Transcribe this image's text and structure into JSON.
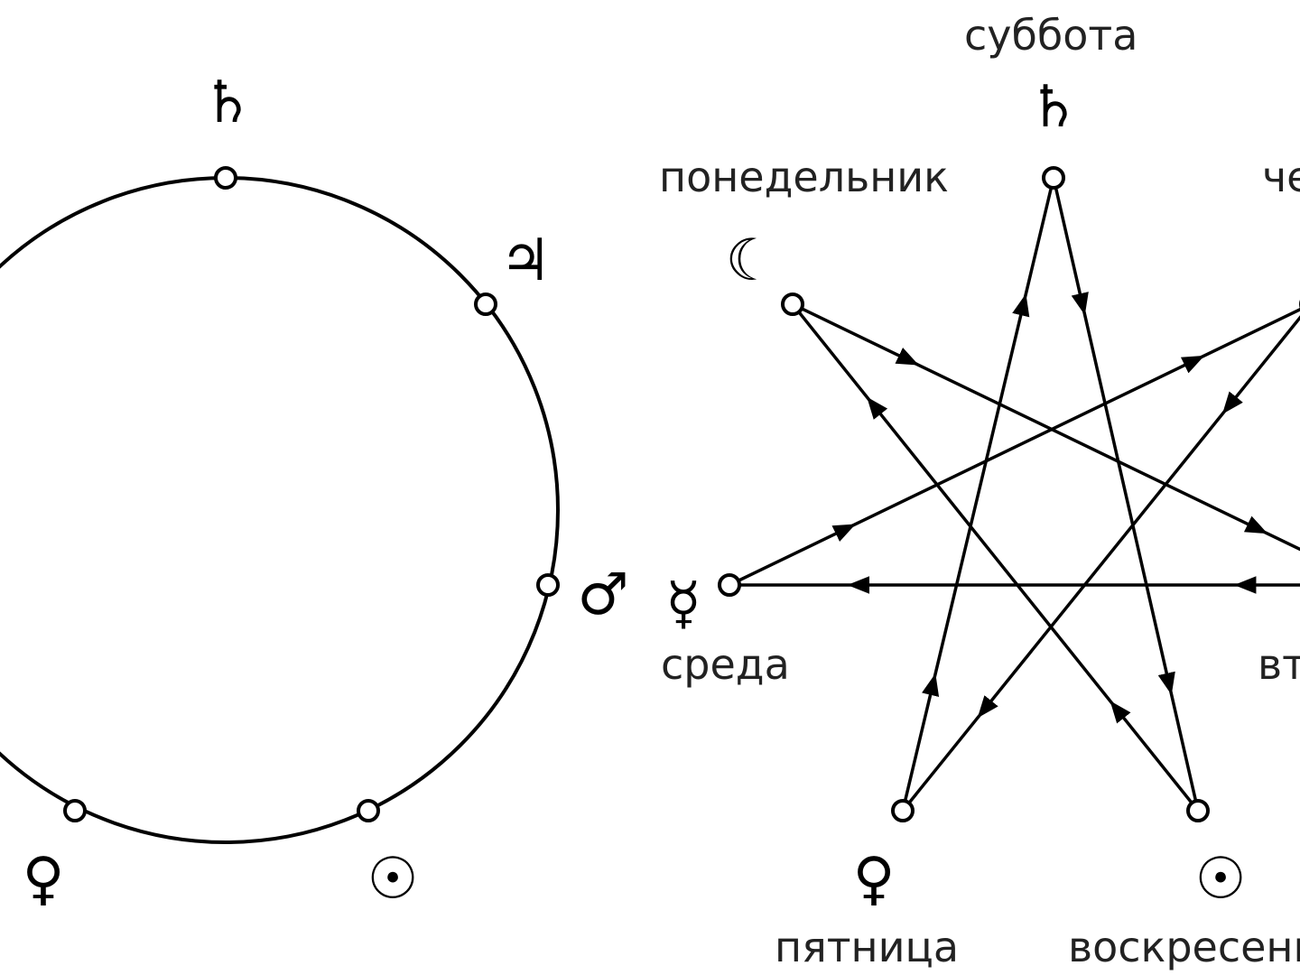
{
  "left_diagram": {
    "symbols": {
      "saturn": "♄",
      "jupiter": "♃",
      "mars": "♂",
      "sun": "☉",
      "venus": "♀"
    }
  },
  "right_diagram": {
    "symbols": {
      "saturn": "♄",
      "moon": "☾",
      "mercury": "☿",
      "venus": "♀",
      "sun": "☉"
    },
    "labels": {
      "saturday": "суббота",
      "monday": "понедельник",
      "thursday": "четверг",
      "wednesday": "среда",
      "tuesday": "вторник",
      "friday": "пятница",
      "sunday": "воскресенье"
    },
    "day_order": [
      "sun",
      "moon",
      "mars",
      "mercury",
      "jupiter",
      "venus",
      "saturn"
    ]
  }
}
